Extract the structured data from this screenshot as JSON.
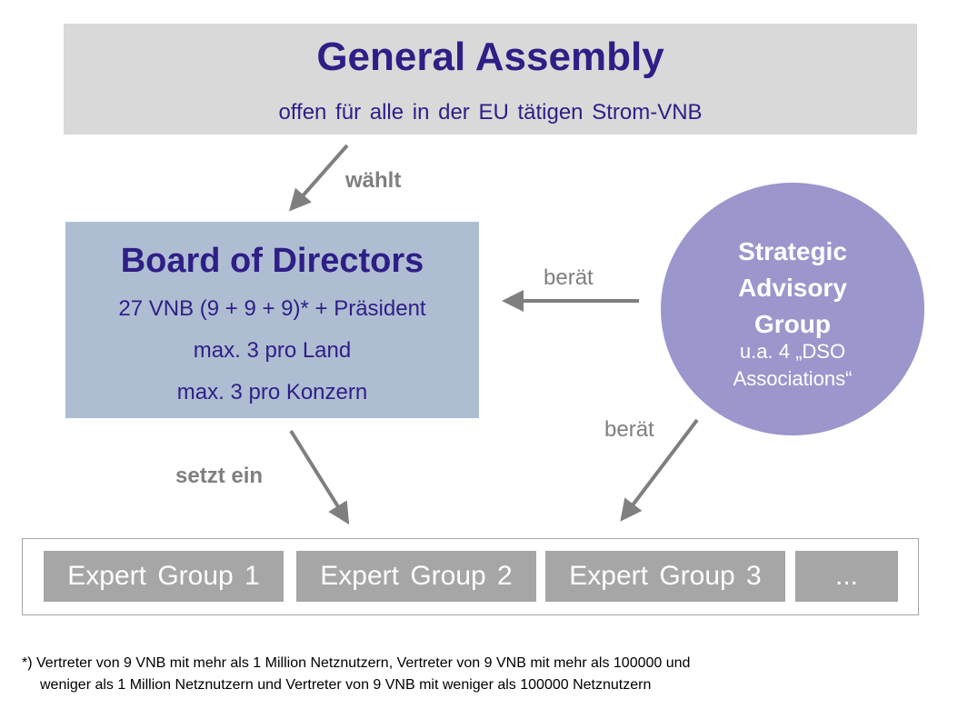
{
  "general_assembly": {
    "title": "General Assembly",
    "subtitle": "offen für alle in der EU tätigen Strom-VNB"
  },
  "board": {
    "title": "Board of Directors",
    "lines": [
      "27 VNB (9 + 9 + 9)* + Präsident",
      "max. 3 pro Land",
      "max. 3 pro Konzern"
    ]
  },
  "advisory": {
    "title_lines": [
      "Strategic",
      "Advisory",
      "Group"
    ],
    "sub_lines": [
      "u.a. 4 „DSO",
      "Associations“"
    ]
  },
  "labels": {
    "waehlt": "wählt",
    "beraet_left": "berät",
    "beraet_down": "berät",
    "setzt_ein": "setzt ein"
  },
  "expert_groups": [
    "Expert Group 1",
    "Expert Group 2",
    "Expert Group 3",
    "..."
  ],
  "footnote": {
    "line1": "*)  Vertreter von 9 VNB mit mehr als 1 Million Netznutzern, Vertreter von 9 VNB mit mehr als 100000 und",
    "line2": "weniger als 1 Million Netznutzern und Vertreter von 9 VNB mit weniger als 100000 Netznutzern"
  },
  "colors": {
    "title_text": "#2e1f86",
    "general_assembly_bg": "#d9d9d9",
    "board_bg": "#afbdd2",
    "advisory_bg": "#9b96cc",
    "expert_group_bg": "#a6a6a6",
    "arrow": "#7f7f7f"
  }
}
